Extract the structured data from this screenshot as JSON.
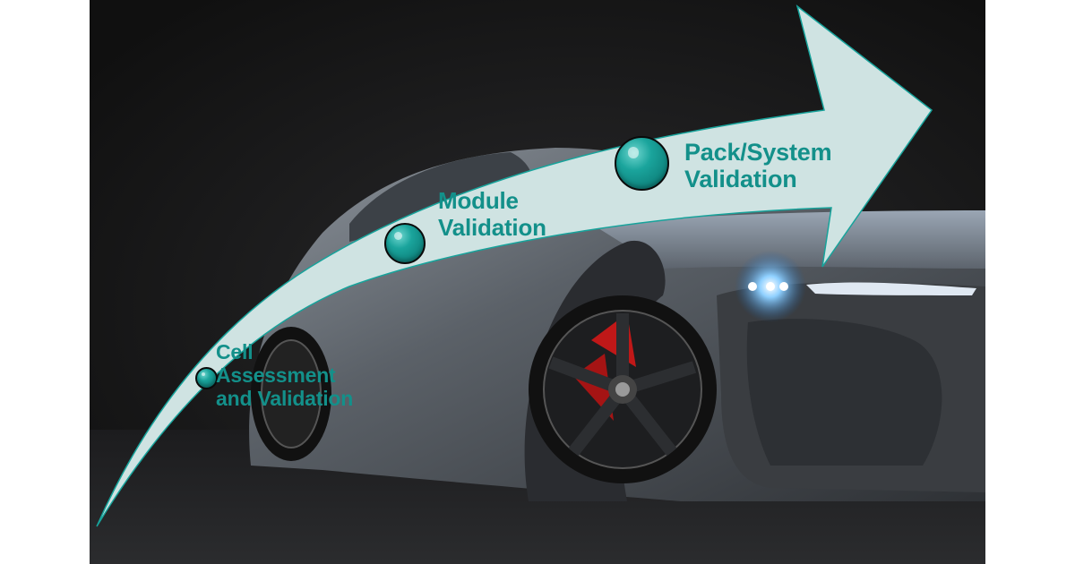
{
  "diagram": {
    "type": "progression-arrow",
    "background": "Dark studio photo of a silver electric sports car (front-left view, glowing blue headlight, red brake caliper)",
    "colors": {
      "arrow_fill": "#cfe3e2",
      "arrow_edge": "#17a39b",
      "text": "#13908a",
      "dot": "#14958e",
      "background": "#141414"
    },
    "stages": [
      {
        "id": "cell",
        "lines": [
          "Cell",
          "Assessment",
          "and Validation"
        ]
      },
      {
        "id": "module",
        "lines": [
          "Module",
          "Validation"
        ]
      },
      {
        "id": "pack",
        "lines": [
          "Pack/System",
          "Validation"
        ]
      }
    ]
  }
}
